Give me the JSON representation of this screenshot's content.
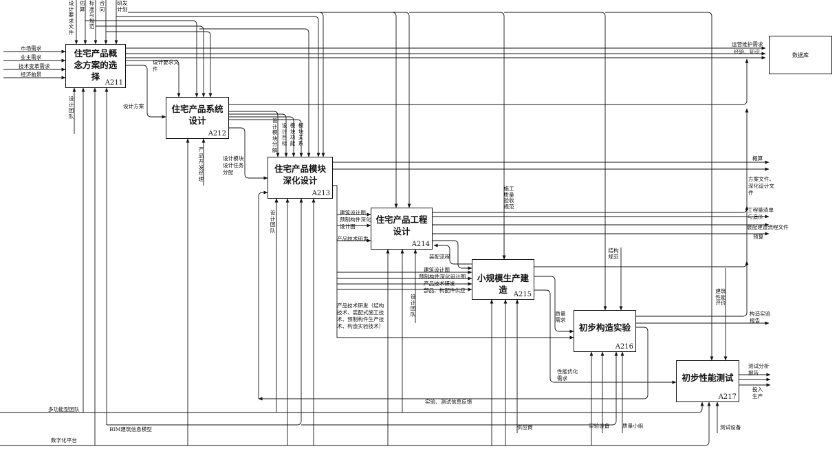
{
  "boxes": {
    "a211": {
      "title": "住宅产品概念方案的选择",
      "code": "A211"
    },
    "a212": {
      "title": "住宅产品系统设计",
      "code": "A212"
    },
    "a213": {
      "title": "住宅产品模块深化设计",
      "code": "A213"
    },
    "a214": {
      "title": "住宅产品工程设计",
      "code": "A214"
    },
    "a215": {
      "title": "小规模生产建造",
      "code": "A215"
    },
    "a216": {
      "title": "初步构造实验",
      "code": "A216"
    },
    "a217": {
      "title": "初步性能测试",
      "code": "A217"
    },
    "database": {
      "title": "数据库"
    }
  },
  "left_inputs": [
    "市场需求",
    "业主需求",
    "技术变革需求",
    "经济前景"
  ],
  "top_controls": {
    "design_req_docs": "设计要求文件",
    "estimate": "估算",
    "standards": "标准与规范",
    "contract": "合同",
    "rd_plan": "研发计划"
  },
  "labels": {
    "design_req_docs_a212": "设计要求文件",
    "design_plan": "设计方案",
    "design_team_a211": "设计团队",
    "product_dev_manager": "产品开发经理",
    "module_task": "设计模块设计任务分配",
    "module_split": "设计模块分解",
    "design_goal": "设计目标",
    "module_function": "模块功能",
    "module_relation": "模块关系",
    "design_team_a213": "设计团队",
    "arch_drawings": "建筑设计图",
    "prefab_drawings": "预制构件深化设计图",
    "product_tech_rd": "产品技术研发",
    "construction_quality": "施工质量验收规范",
    "assembly_flow": "装配流程",
    "arch_drawings_2": "建筑设计图",
    "prefab_drawings_2": "预制构件深化设计图",
    "product_tech_rd_2": "产品技术研发",
    "parts_supply": "部品、构配件供应",
    "design_team_a214": "设计团队",
    "product_tech_long": "产品技术研发（结构技术、装配式施工技术、预制构件生产技术、构造实验技术）",
    "structure_spec": "结构规范",
    "quality_req": "质量需求",
    "building_perf_eval": "建筑性能评价",
    "perf_opt_req": "性能优化需求",
    "feedback": "实验、测试信息反馈",
    "multi_team": "多功能型团队",
    "bim_model": "BIM建筑信息模型",
    "digital_platform": "数字化平台",
    "supplier": "供应商",
    "test_equipment": "实验设备",
    "quality_group": "质量小组",
    "testing_equipment": "测试设备"
  },
  "outputs": {
    "op_maint": "运营维护需求",
    "experience": "经验、知识",
    "rough_budget": "概算",
    "scheme_docs": "方案文件、深化设计文件",
    "bill_cost": "工程量清单与造价",
    "assembly_docs": "装配建造流程文件",
    "budget": "预算",
    "construct_report": "构造实验报告",
    "test_report": "测试分析报告",
    "production": "投入生产"
  }
}
